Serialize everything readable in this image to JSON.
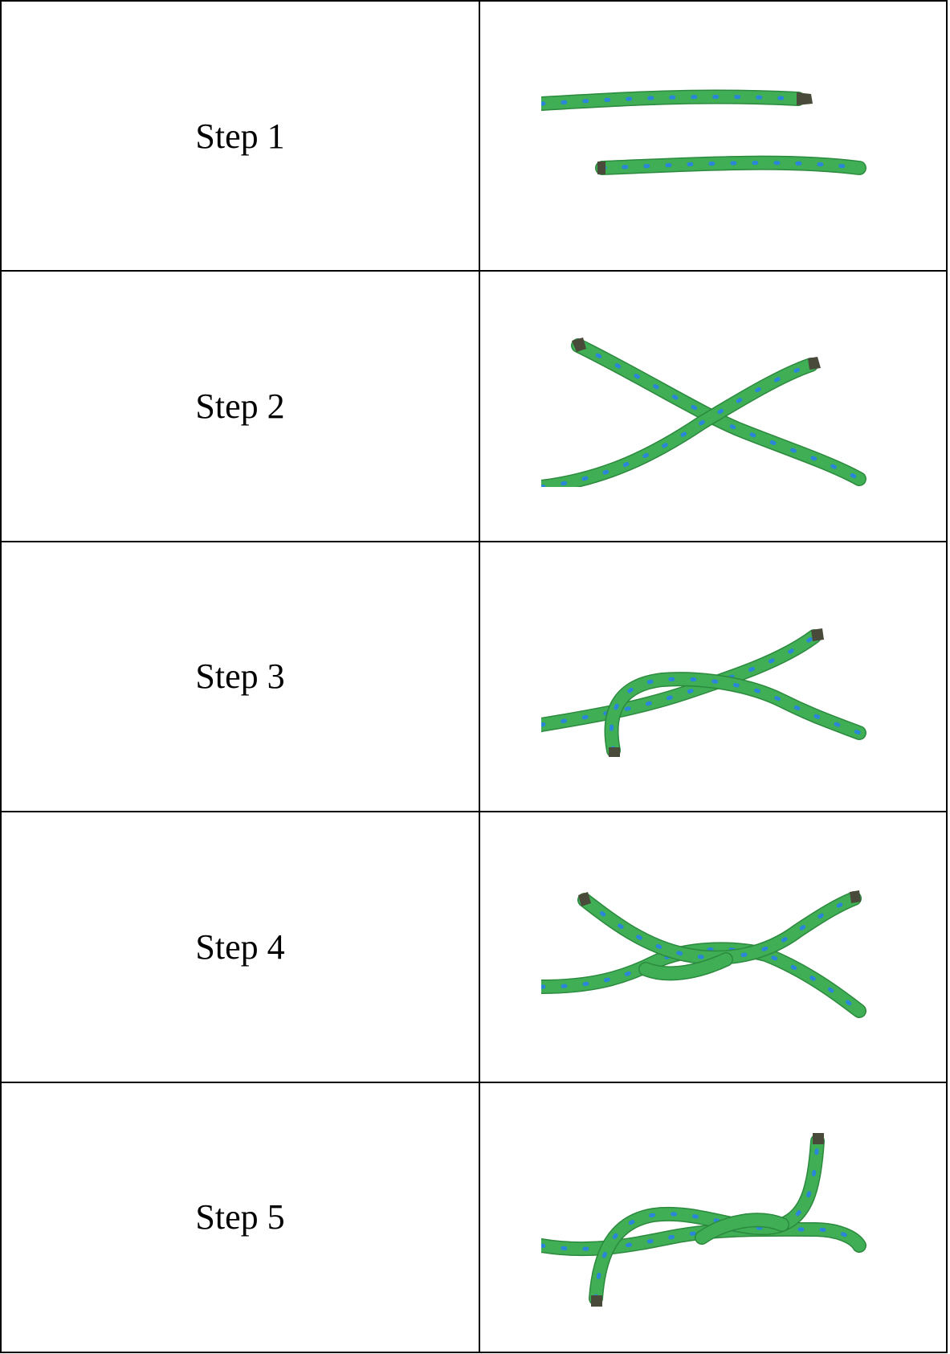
{
  "steps": [
    {
      "label": "Step 1",
      "image_icon": "rope-ends-parallel"
    },
    {
      "label": "Step 2",
      "image_icon": "rope-ends-crossed"
    },
    {
      "label": "Step 3",
      "image_icon": "rope-first-tuck"
    },
    {
      "label": "Step 4",
      "image_icon": "rope-reef-knot-loose"
    },
    {
      "label": "Step 5",
      "image_icon": "rope-knot-finished"
    }
  ],
  "colors": {
    "rope": "#3fae55",
    "rope_fleck": "#2a86d8",
    "rope_tip": "#4a4a3a",
    "border": "#000000"
  }
}
